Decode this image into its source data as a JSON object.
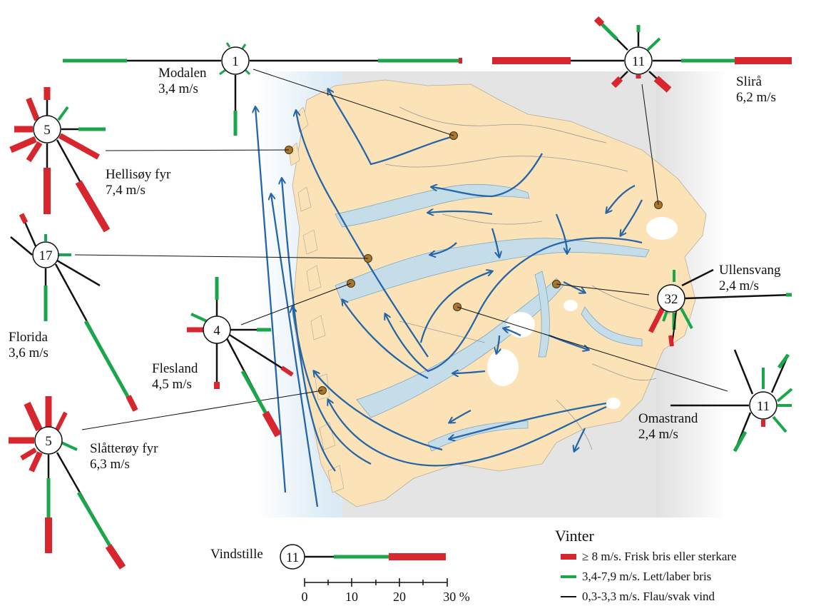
{
  "map": {
    "stations": [
      {
        "name": "Modalen",
        "speed": "3,4 m/s",
        "calm": "1"
      },
      {
        "name": "Slirå",
        "speed": "6,2 m/s",
        "calm": "11"
      },
      {
        "name": "Hellisøy fyr",
        "speed": "7,4 m/s",
        "calm": "5"
      },
      {
        "name": "Florida",
        "speed": "3,6 m/s",
        "calm": "17"
      },
      {
        "name": "Flesland",
        "speed": "4,5 m/s",
        "calm": "4"
      },
      {
        "name": "Ullensvang",
        "speed": "2,4 m/s",
        "calm": "32"
      },
      {
        "name": "Omastrand",
        "speed": "2,4 m/s",
        "calm": "11"
      },
      {
        "name": "Slåtterøy fyr",
        "speed": "6,3 m/s",
        "calm": "5"
      }
    ]
  },
  "legend": {
    "season": "Vinter",
    "calm_label": "Vindstille",
    "calm_example": "11",
    "scale_ticks": [
      "0",
      "10",
      "20",
      "30 %"
    ],
    "classes": [
      {
        "label": "≥ 8 m/s. Frisk bris eller sterkare",
        "color": "#d7262d"
      },
      {
        "label": "3,4-7,9 m/s. Lett/laber bris",
        "color": "#1aa64a"
      },
      {
        "label": "0,3-3,3 m/s. Flau/svak vind",
        "color": "#111111"
      }
    ]
  },
  "colors": {
    "land": "#fbe2b7",
    "water": "#c5dde8",
    "arrow": "#2565a8",
    "inland": "#e4e4e4"
  }
}
